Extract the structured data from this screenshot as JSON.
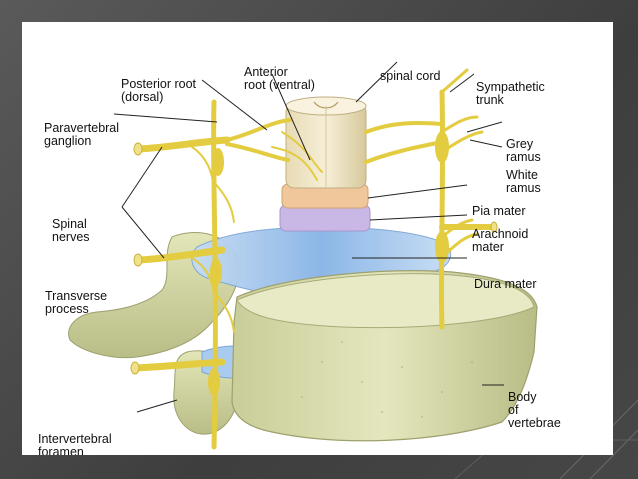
{
  "labels": {
    "posterior_root": [
      "Posterior root",
      "(dorsal)"
    ],
    "anterior_root": [
      "Anterior",
      "root (ventral)"
    ],
    "spinal_cord": [
      "spinal cord"
    ],
    "sympathetic_trunk": [
      "Sympathetic",
      "trunk"
    ],
    "paravertebral_ganglion": [
      "Paravertebral",
      "ganglion"
    ],
    "grey_ramus": [
      "Grey",
      "ramus"
    ],
    "white_ramus": [
      "White",
      "ramus"
    ],
    "spinal_nerves": [
      "Spinal",
      "nerves"
    ],
    "pia_mater": [
      "Pia mater"
    ],
    "arachnoid_mater": [
      "Arachnoid",
      "mater"
    ],
    "dura_mater": [
      "Dura mater"
    ],
    "transverse_process": [
      "Transverse",
      "process"
    ],
    "body_of_vertebrae": [
      "Body",
      "of",
      "vertebrae"
    ],
    "intervertebral_foramen": [
      "Intervertebral",
      "foramen"
    ]
  },
  "colors": {
    "nerve": "#e8d24a",
    "bone": "#d6d9a6",
    "dura": "#9cc4ee",
    "pia": "#f0c79a",
    "arachnoid": "#c9b8e6",
    "cord": "#efe4c2"
  }
}
